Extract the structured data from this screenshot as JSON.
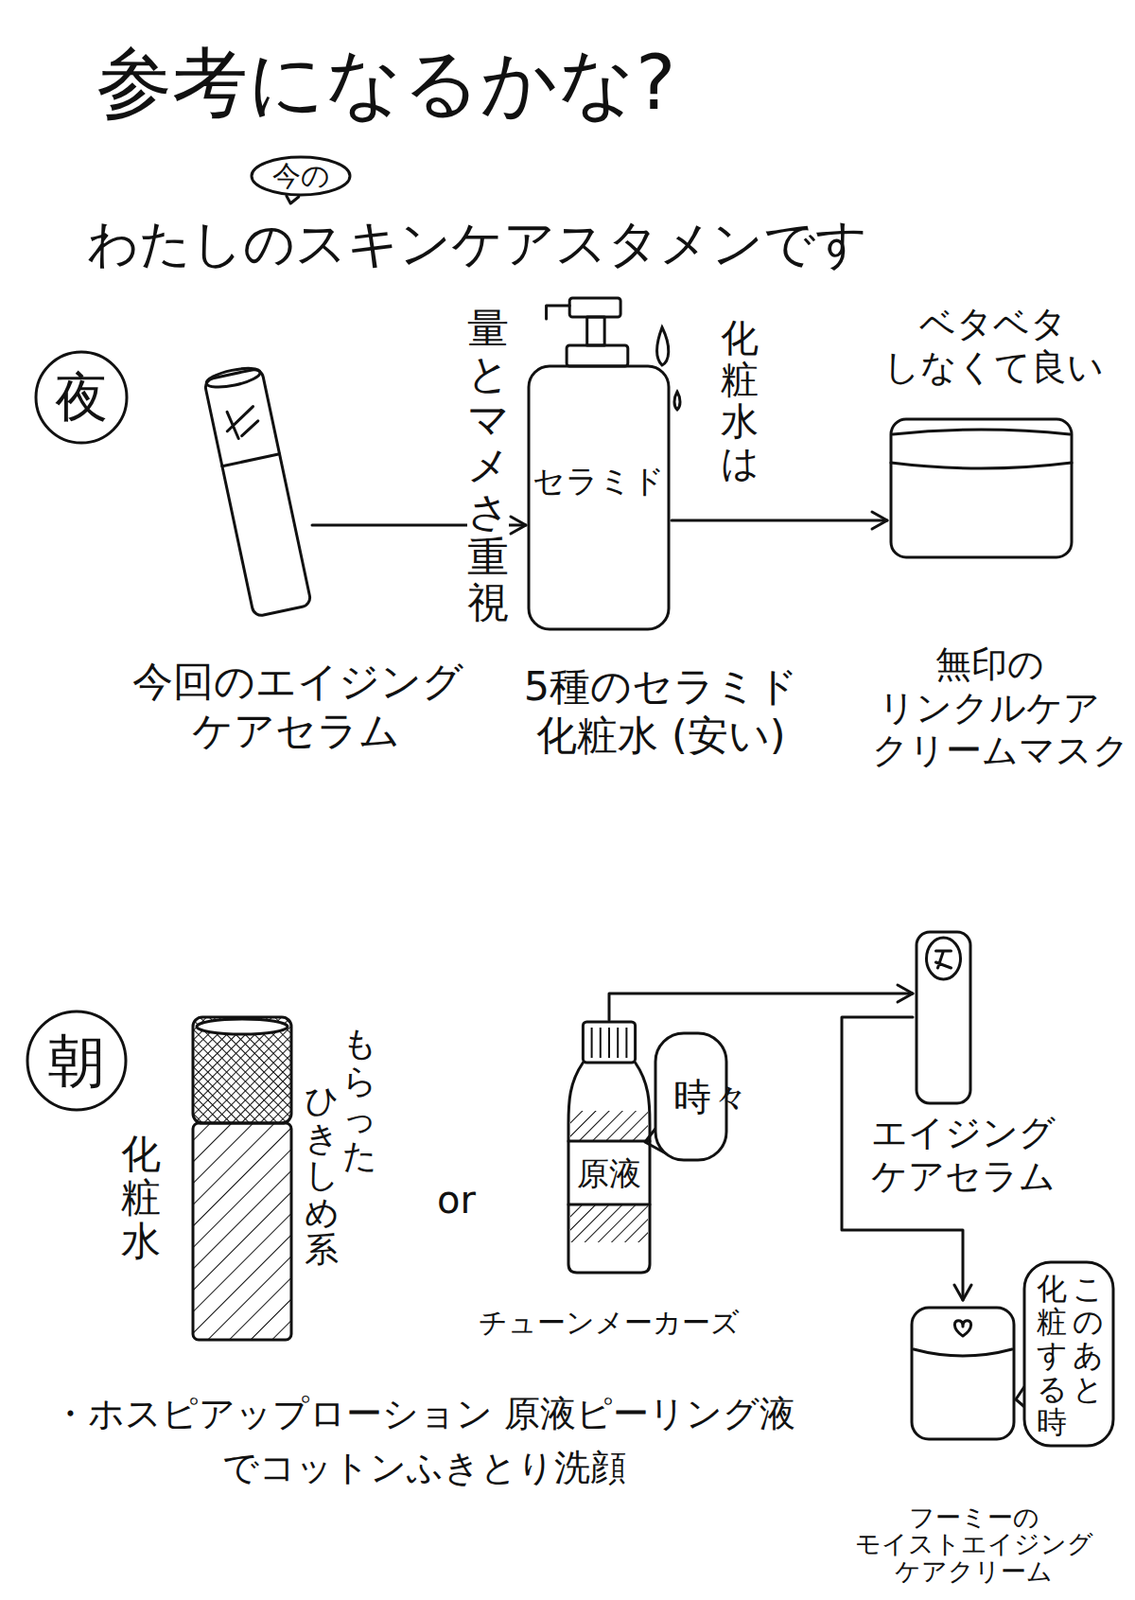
{
  "diagram": {
    "title": "参考になるかな?",
    "nodes": [
      {
        "text": [
          "今の"
        ]
      },
      {
        "text": [
          "夜"
        ]
      },
      {
        "text": [
          "今回のエイジング ケアセラム"
        ]
      },
      {
        "text": [
          "セラミド",
          "5種のセラミド 化粧水 (安い)"
        ]
      },
      {
        "text": [
          "無印の リンクルケア クリームマスク"
        ]
      },
      {
        "text": [
          "朝"
        ]
      },
      {
        "text": [
          "化粧水",
          "もらった",
          "ひきしめ系"
        ]
      },
      {
        "text": [
          "原液",
          "チューンメーカーズ"
        ]
      },
      {
        "text": [
          "時々"
        ]
      },
      {
        "text": [
          "エイジング ケアセラム"
        ]
      },
      {
        "text": [
          "フーミーの モイストエイジング ケアクリーム"
        ]
      },
      {
        "text": [
          "このあと",
          "化粧する時"
        ]
      }
    ],
    "edges": [
      {
        "from": 2,
        "to": 3,
        "arrow": "to"
      },
      {
        "from": 3,
        "to": 4,
        "arrow": "to"
      },
      {
        "from": 7,
        "to": 9,
        "arrow": "to"
      },
      {
        "from": 9,
        "to": 10,
        "arrow": "to"
      }
    ],
    "labels": [
      "わたしのスキンケアスタメンです",
      "量とマメさ重視",
      "化粧水は",
      "ベタベタ しなくて良い",
      "or",
      "・ホスピアップローション 原液ピーリング液 でコットンふきとり洗顔"
    ]
  }
}
